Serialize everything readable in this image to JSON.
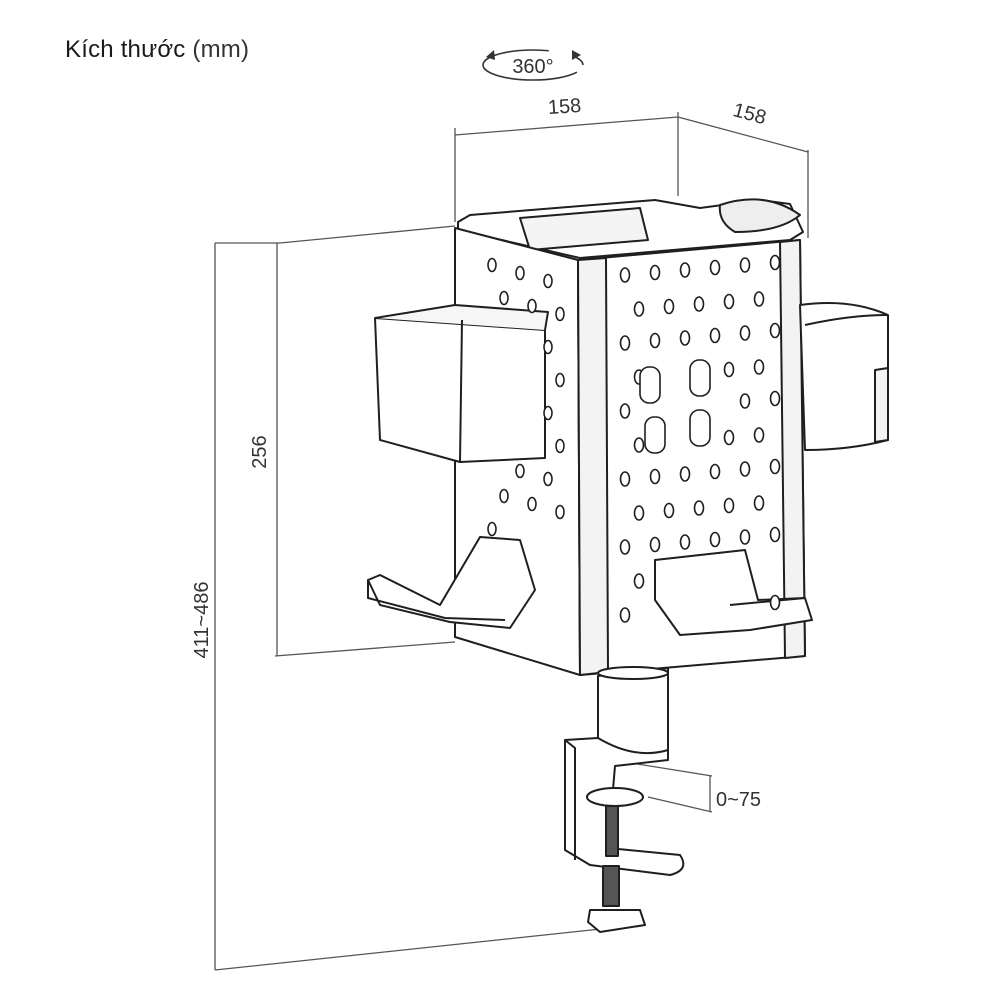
{
  "title": {
    "main": "Kích thước",
    "unit": "(mm)"
  },
  "rotation_label": "360°",
  "dimensions": {
    "width_front": "158",
    "width_side": "158",
    "box_height": "256",
    "total_height": "411~486",
    "clamp_opening": "0~75"
  },
  "colors": {
    "line": "#1f1f1f",
    "dim_line": "#555555",
    "fill": "#ffffff",
    "shade": "#f1f1f1"
  }
}
